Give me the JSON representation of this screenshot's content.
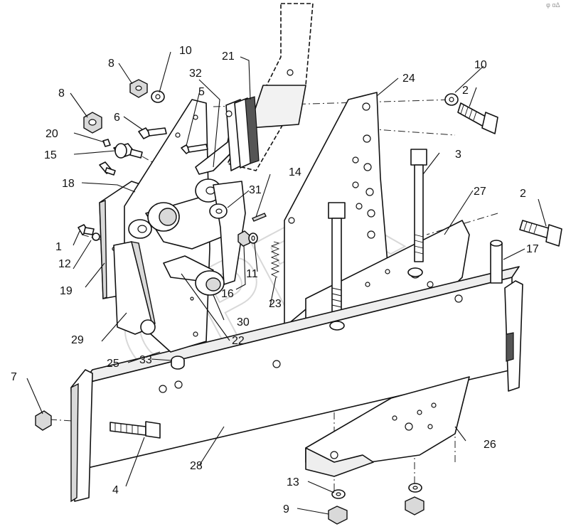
{
  "diagram": {
    "watermark": "OPEX",
    "corner_mark": "φ αΔ",
    "callouts": [
      "1",
      "2",
      "2",
      "4",
      "5",
      "6",
      "7",
      "8",
      "8",
      "9",
      "10",
      "10",
      "11",
      "12",
      "13",
      "14",
      "15",
      "16",
      "17",
      "18",
      "19",
      "20",
      "21",
      "22",
      "23",
      "24",
      "25",
      "26",
      "27",
      "28",
      "29",
      "30",
      "31",
      "32",
      "33",
      "3"
    ]
  }
}
